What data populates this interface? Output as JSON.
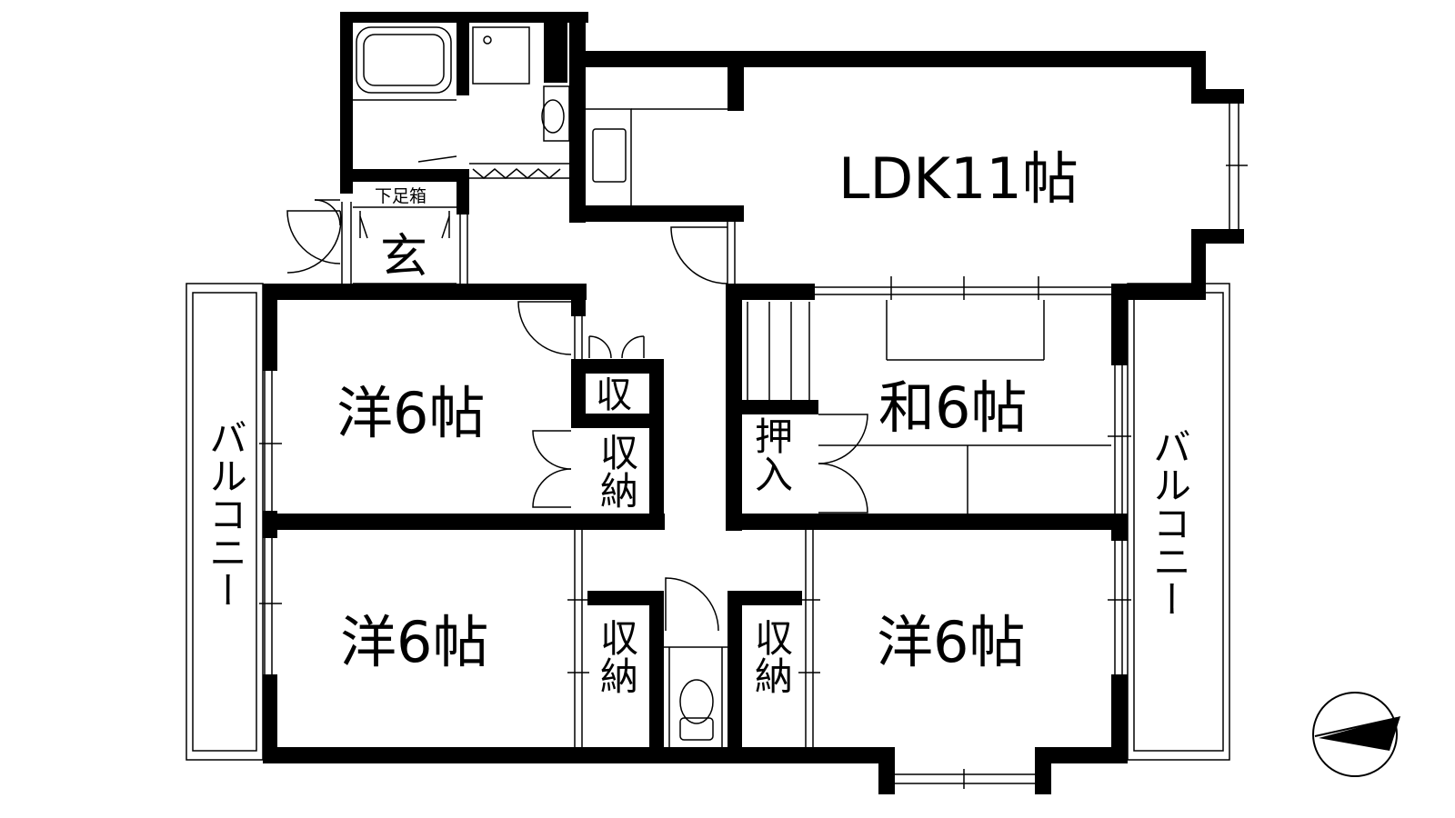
{
  "rooms": {
    "ldk": "LDK11帖",
    "western_top_left": "洋6帖",
    "western_bottom_left": "洋6帖",
    "western_bottom_right": "洋6帖",
    "japanese": "和6帖"
  },
  "storage": {
    "small_closet": "収",
    "closet_top_left": "収納",
    "closet_bottom_left": "収納",
    "closet_bottom_right": "収納",
    "oshiire": "押入"
  },
  "entrance": {
    "label": "玄",
    "shoe_box": "下足箱"
  },
  "balconies": {
    "left": "バルコニー",
    "right": "バルコニー"
  },
  "compass": {
    "icon": "north-arrow-icon"
  }
}
